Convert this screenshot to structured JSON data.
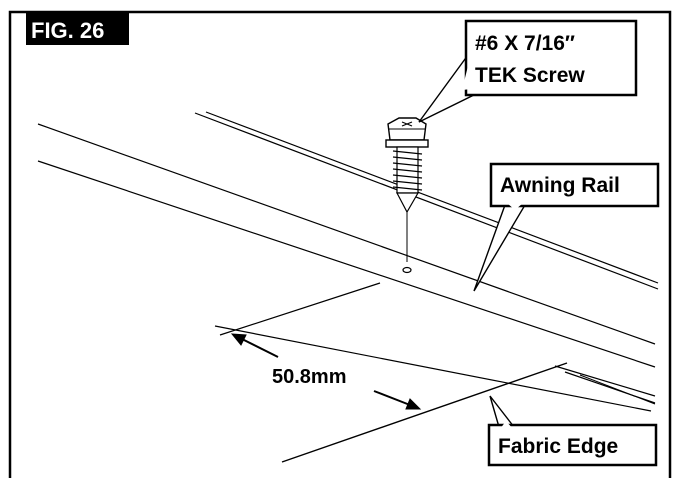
{
  "figure": {
    "label": "FIG. 26"
  },
  "callouts": {
    "screw_line1": "#6 X 7/16″",
    "screw_line2": "TEK Screw",
    "rail": "Awning Rail",
    "fabric_edge": "Fabric Edge"
  },
  "dimension": {
    "value": "50.8mm"
  },
  "colors": {
    "ink": "#000000",
    "paper": "#ffffff"
  }
}
